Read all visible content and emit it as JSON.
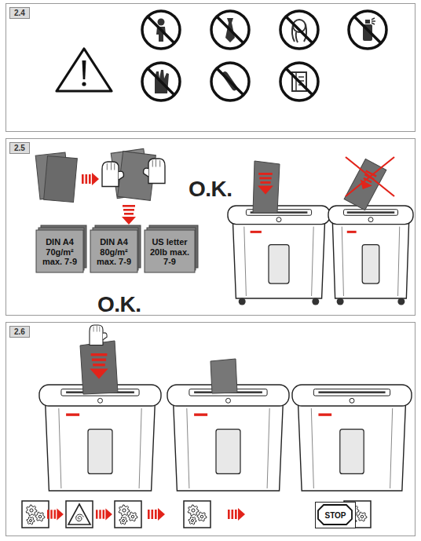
{
  "diagram": {
    "nodes": [
      {
        "text": [
          "2.4"
        ]
      },
      {
        "text": [
          "2.5"
        ]
      },
      {
        "text": [
          "DIN A4 70g/m² max. 7-9"
        ],
        "in": 1
      },
      {
        "text": [
          "DIN A4 80g/m² max. 7-9"
        ],
        "in": 1
      },
      {
        "text": [
          "US letter 20lb max. 7-9"
        ],
        "in": 1
      },
      {
        "text": [
          "2.6"
        ]
      },
      {
        "text": [
          "STOP"
        ],
        "in": 5
      }
    ],
    "labels": [
      "O.K.",
      "O.K."
    ]
  }
}
